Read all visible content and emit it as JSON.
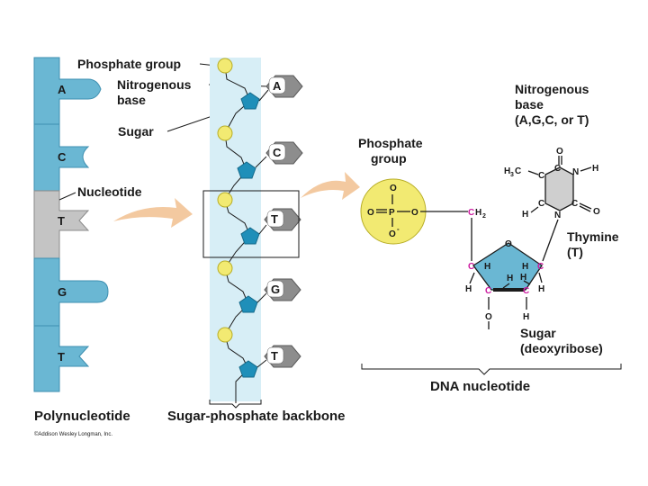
{
  "colors": {
    "strand_blue": "#6ab7d3",
    "strand_edge": "#3d8fb0",
    "nucleotide_gray": "#c4c4c4",
    "backbone_band": "#d7eef6",
    "phosphate_yellow": "#f2ea72",
    "phosphate_edge": "#b8ae28",
    "sugar_blue": "#1f8fb9",
    "base_gray": "#8d8d8d",
    "thymine_ring": "#cfcfcf",
    "arrow_peach": "#f3c9a0",
    "carbon_magenta": "#cc1aa0"
  },
  "left_strand": {
    "bases": [
      "A",
      "C",
      "T",
      "G",
      "T"
    ],
    "title": "Polynucleotide",
    "credit": "©Addison Wesley Longman, Inc."
  },
  "labels": {
    "phosphate_group": "Phosphate group",
    "nitrogenous_base_line1": "Nitrogenous",
    "nitrogenous_base_line2": "base",
    "sugar": "Sugar",
    "nucleotide": "Nucleotide"
  },
  "backbone": {
    "bases": [
      "A",
      "C",
      "T",
      "G",
      "T"
    ],
    "title": "Sugar-phosphate backbone"
  },
  "detail": {
    "phosphate_label_line1": "Phosphate",
    "phosphate_label_line2": "group",
    "phosphate_atoms": {
      "o_top": "O",
      "o_left": "O",
      "p": "P",
      "o_right": "O",
      "o_bottom": "O"
    },
    "base_label_line1": "Nitrogenous",
    "base_label_line2": "base",
    "base_label_line3": "(A,G,C, or T)",
    "thymine_label_line1": "Thymine",
    "thymine_label_line2": "(T)",
    "sugar_label_line1": "Sugar",
    "sugar_label_line2": "(deoxyribose)",
    "footer": "DNA nucleotide",
    "ch2": "CH",
    "ch2_sub": "2",
    "ring_o": "O",
    "carbon": "C",
    "hydrogen": "H",
    "thymine_atoms": {
      "h3c": "H",
      "h3c_sub": "3",
      "h3c_c": "C",
      "o": "O",
      "n": "N"
    }
  }
}
